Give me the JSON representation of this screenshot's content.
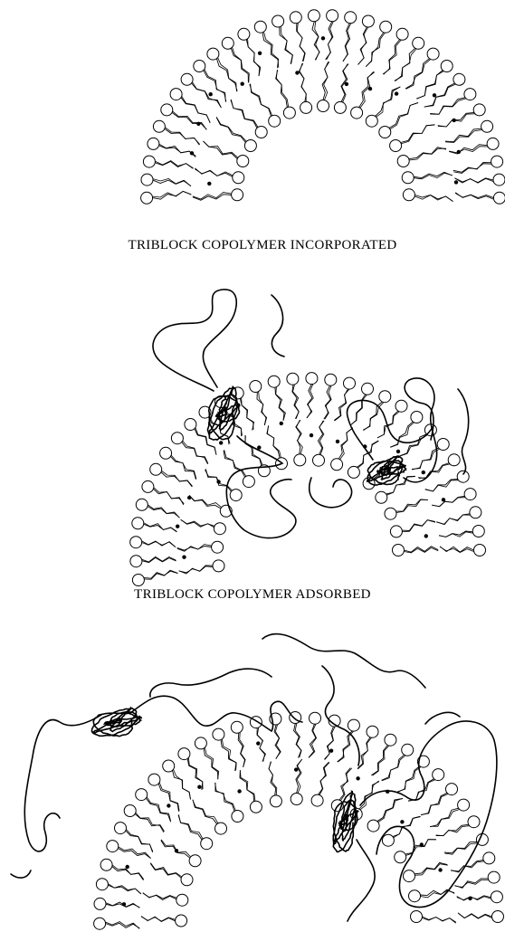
{
  "captions": {
    "incorporated": "TRIBLOCK COPOLYMER INCORPORATED",
    "adsorbed": "TRIBLOCK COPOLYMER ADSORBED"
  },
  "panels": [
    {
      "id": "bilayer-plain",
      "copolymer": "none"
    },
    {
      "id": "bilayer-incorporated",
      "copolymer": "incorporated"
    },
    {
      "id": "bilayer-adsorbed",
      "copolymer": "adsorbed"
    }
  ],
  "colors": {
    "ink": "#000000",
    "headgroup_fill": "#ffffff"
  }
}
